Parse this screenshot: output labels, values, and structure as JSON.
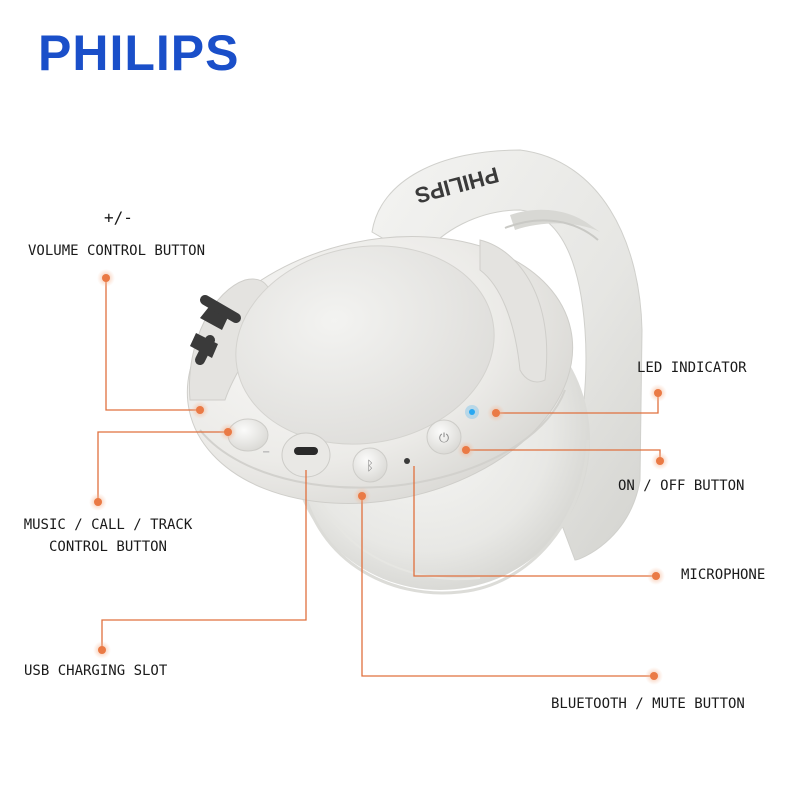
{
  "brand": {
    "name": "PHILIPS",
    "color": "#1a4fc9"
  },
  "product_logo": "PHILIPS",
  "colors": {
    "callout_line": "#e0703e",
    "marker_dot": "#ea7a45",
    "marker_halo": "#f5b99a",
    "led": "#29a8f2",
    "headphone_body": "#ebebe8"
  },
  "callouts": {
    "volume": {
      "symbol": "+/-",
      "label": "VOLUME CONTROL BUTTON"
    },
    "led": {
      "label": "LED INDICATOR"
    },
    "power": {
      "label": "ON / OFF BUTTON"
    },
    "track": {
      "line1": "MUSIC / CALL / TRACK",
      "line2": "CONTROL BUTTON"
    },
    "microphone": {
      "label": "MICROPHONE"
    },
    "usb": {
      "label": "USB CHARGING SLOT"
    },
    "bluetooth": {
      "label": "BLUETOOTH / MUTE BUTTON"
    }
  }
}
